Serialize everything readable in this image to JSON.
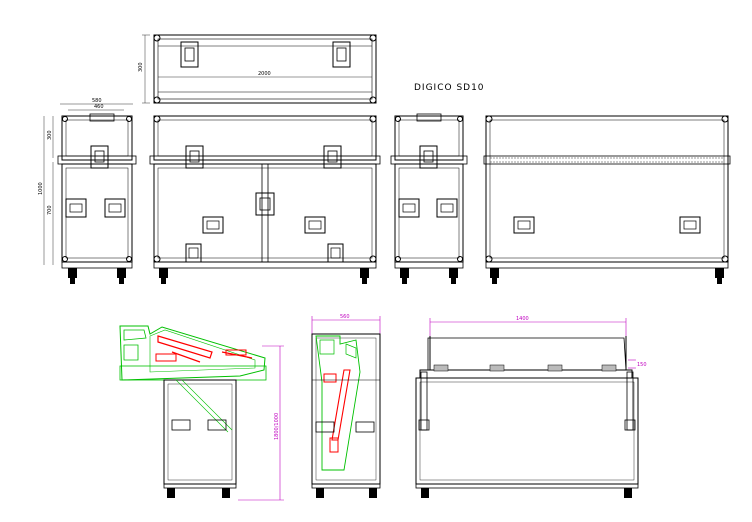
{
  "title": "DIGICO  SD10",
  "dimensions": {
    "top_depth": "300",
    "top_width": "2000",
    "side_width": "580",
    "side_inner": "460",
    "side_top_height": "300",
    "side_total_height": "1000",
    "side_lower_height": "700",
    "console_height": "1800/1000",
    "console_depth": "560",
    "console_width": "1400",
    "console_small": "150"
  }
}
